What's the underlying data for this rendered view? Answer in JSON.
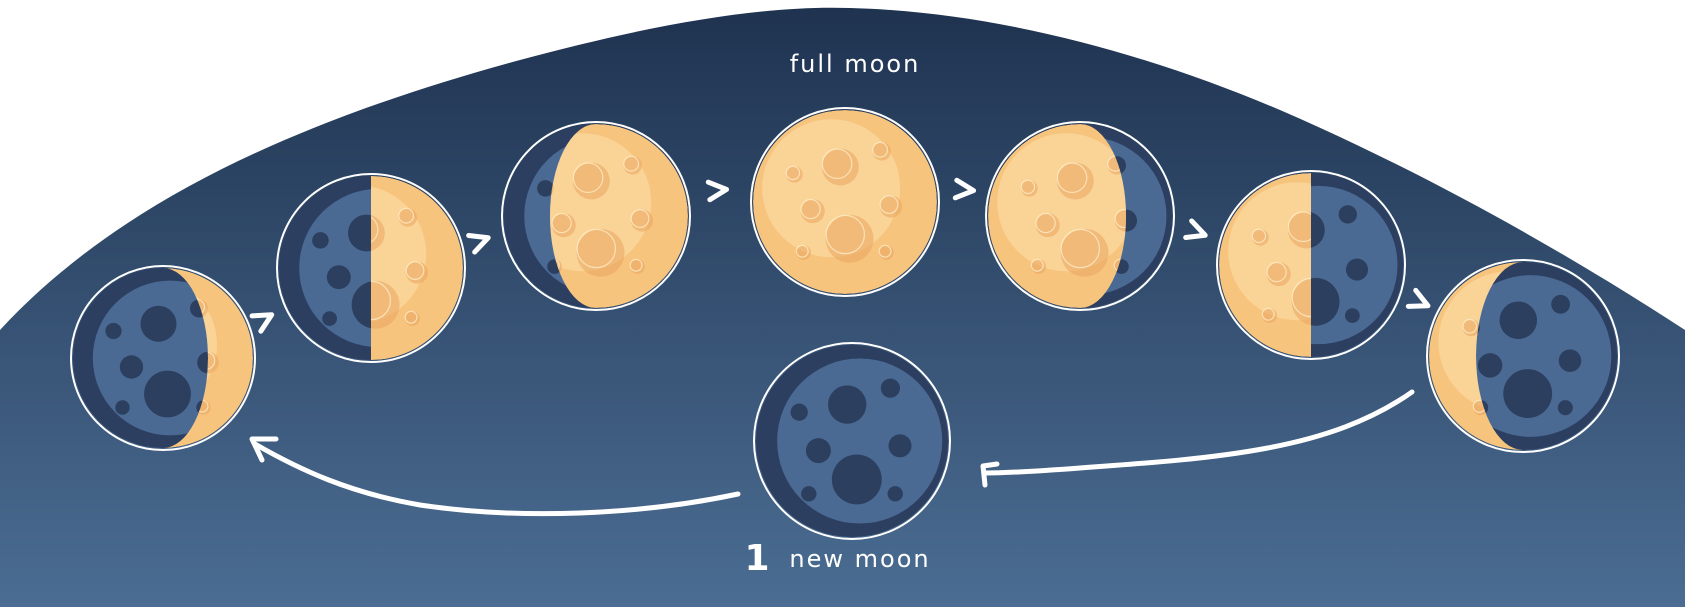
{
  "diagram": {
    "labels": {
      "full_moon": "full moon",
      "new_moon_number": "1",
      "new_moon": "new moon"
    },
    "phases": [
      {
        "phase": "new",
        "lit_fraction": 0.0,
        "lit_side": "none"
      },
      {
        "phase": "waxing-crescent",
        "lit_fraction": 0.25,
        "lit_side": "right"
      },
      {
        "phase": "first-quarter",
        "lit_fraction": 0.5,
        "lit_side": "right"
      },
      {
        "phase": "waxing-gibbous",
        "lit_fraction": 0.75,
        "lit_side": "right"
      },
      {
        "phase": "full",
        "lit_fraction": 1.0,
        "lit_side": "both"
      },
      {
        "phase": "waning-gibbous",
        "lit_fraction": 0.75,
        "lit_side": "left"
      },
      {
        "phase": "last-quarter",
        "lit_fraction": 0.5,
        "lit_side": "left"
      },
      {
        "phase": "waning-crescent",
        "lit_fraction": 0.25,
        "lit_side": "left"
      }
    ],
    "colors": {
      "sky_top": "#1f3350",
      "sky_bottom": "#4b6d93",
      "moon_dark": "#2c3f60",
      "moon_dark_inner": "#4a6a94",
      "moon_dark_crater": "#23324d",
      "moon_lit": "#f7c47e",
      "moon_lit_light": "#fde0aa",
      "moon_lit_crater": "#e9a561",
      "outline": "#ffffff",
      "arrow": "#ffffff"
    }
  }
}
